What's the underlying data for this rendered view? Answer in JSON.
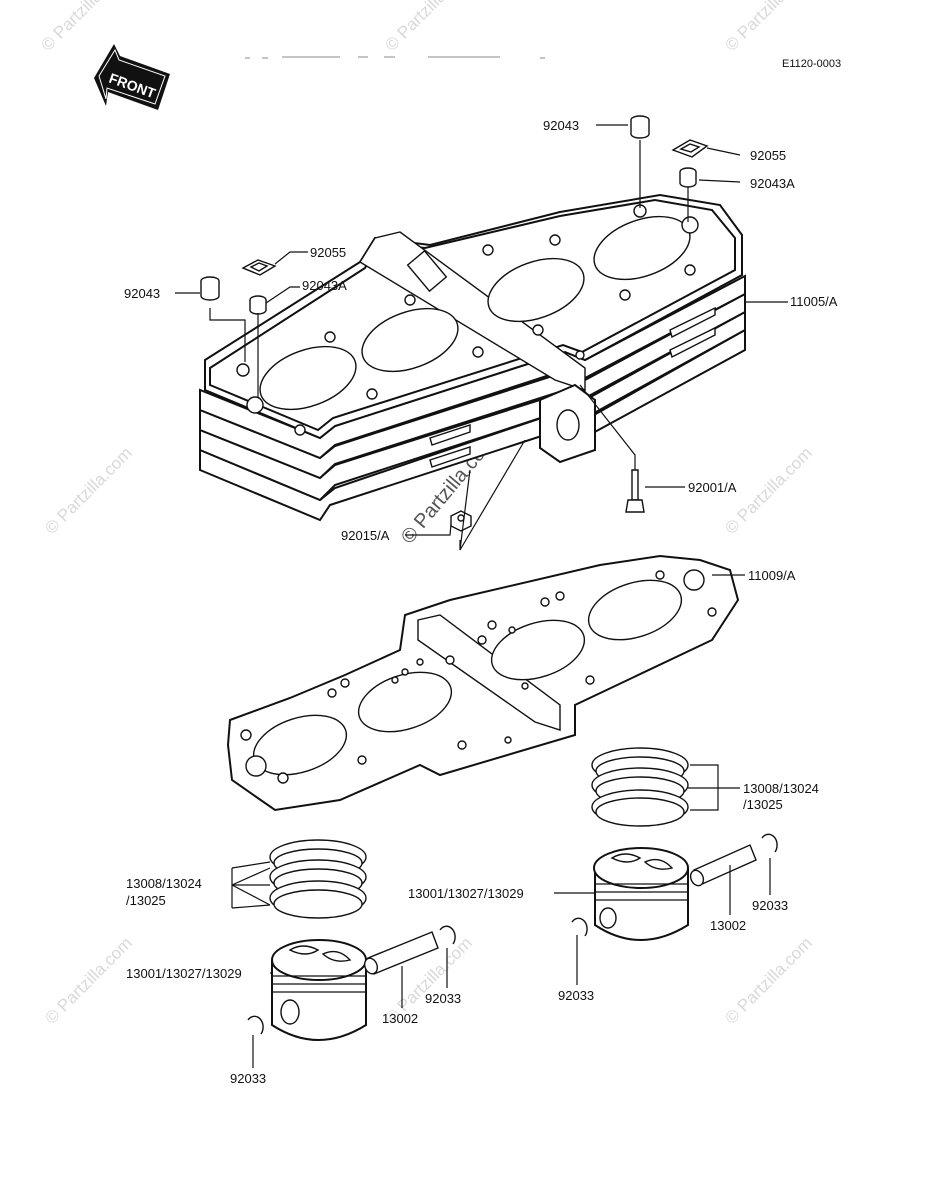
{
  "diagram_code": "E1120-0003",
  "front_label": "FRONT",
  "watermark": {
    "small": "© Partzilla.com",
    "center": "© Partzilla.com"
  },
  "labels": {
    "p92043_top": "92043",
    "p92055_top": "92055",
    "p92043A_top": "92043A",
    "p92055_left": "92055",
    "p92043A_left": "92043A",
    "p92043_left": "92043",
    "p11005A": "11005/A",
    "p92001A": "92001/A",
    "p92015A": "92015/A",
    "p11009A": "11009/A",
    "rings_right_1": "13008/13024",
    "rings_right_2": "/13025",
    "rings_left_1": "13008/13024",
    "rings_left_2": "/13025",
    "piston_right": "13001/13027/13029",
    "piston_left": "13001/13027/13029",
    "pin_right": "13002",
    "clip_right_1": "92033",
    "clip_right_2": "92033",
    "pin_left": "13002",
    "clip_left_1": "92033",
    "clip_left_2": "92033"
  },
  "icons": [
    "front-arrow-icon"
  ]
}
